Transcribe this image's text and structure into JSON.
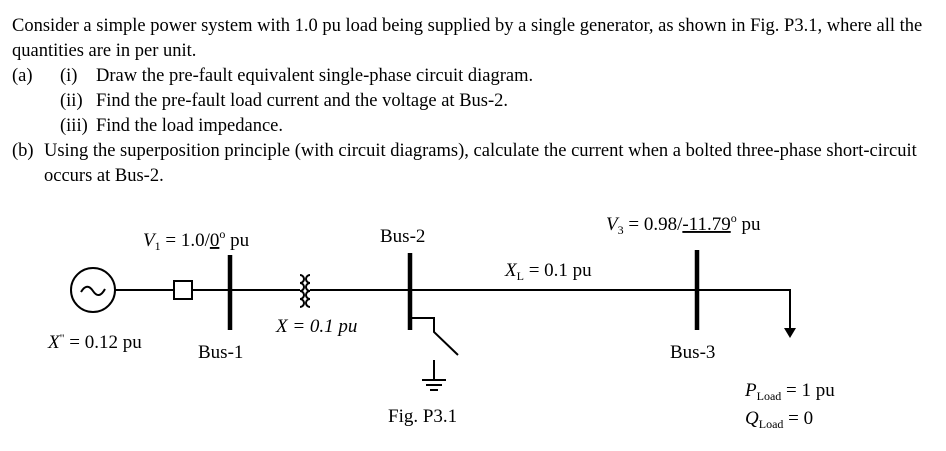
{
  "problem": {
    "intro": "Consider a simple power system with 1.0 pu load being supplied by a single generator, as shown in Fig. P3.1, where all the quantities are in per unit.",
    "a_label": "(a)",
    "a_i_label": "(i)",
    "a_i_text": "Draw the pre-fault equivalent single-phase circuit diagram.",
    "a_ii_label": "(ii)",
    "a_ii_text": "Find the pre-fault load current and the voltage at Bus-2.",
    "a_iii_label": "(iii)",
    "a_iii_text": "Find the load impedance.",
    "b_label": "(b)",
    "b_text": "Using the superposition principle (with circuit diagrams), calculate the current when a bolted three-phase short-circuit occurs at Bus-2."
  },
  "figure": {
    "v1_symbol": "V",
    "v1_sub": "1",
    "v1_eq": " = 1.0/",
    "v1_angle": "0",
    "v1_deg": "o",
    "v1_unit": " pu",
    "v3_symbol": "V",
    "v3_sub": "3",
    "v3_eq": " = 0.98/",
    "v3_angle": "-11.79",
    "v3_deg": "o",
    "v3_unit": " pu",
    "bus1": "Bus-1",
    "bus2": "Bus-2",
    "bus3": "Bus-3",
    "xd_symbol": "X",
    "xd_prime": "\"",
    "xd_value": " = 0.12 pu",
    "x_transformer": "X = 0.1 pu",
    "xl_symbol": "X",
    "xl_sub": "L",
    "xl_value": " = 0.1 pu",
    "pload_symbol": "P",
    "pload_sub": "Load",
    "pload_value": " = 1 pu",
    "qload_symbol": "Q",
    "qload_sub": "Load",
    "qload_value": " = 0",
    "caption": "Fig. P3.1"
  }
}
